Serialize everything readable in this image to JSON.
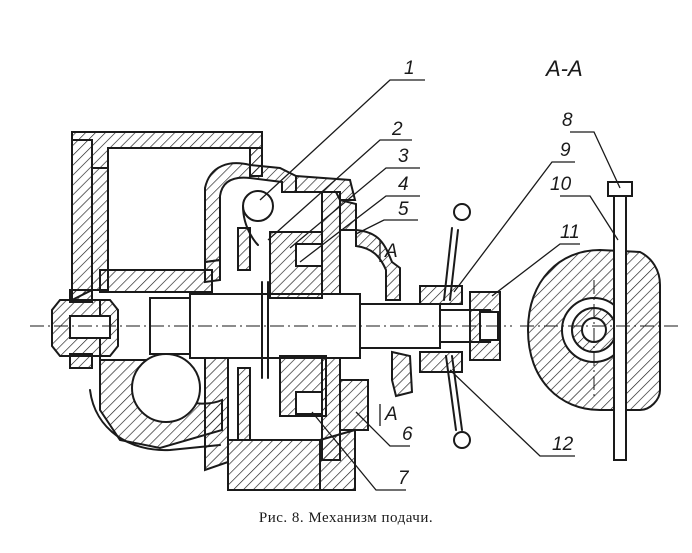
{
  "figure": {
    "section_label": "А-А",
    "section_marks": [
      "А",
      "А"
    ],
    "part_numbers": [
      "1",
      "2",
      "3",
      "4",
      "5",
      "6",
      "7",
      "8",
      "9",
      "10",
      "11",
      "12"
    ]
  },
  "caption": "Рис. 8. Механизм подачи."
}
